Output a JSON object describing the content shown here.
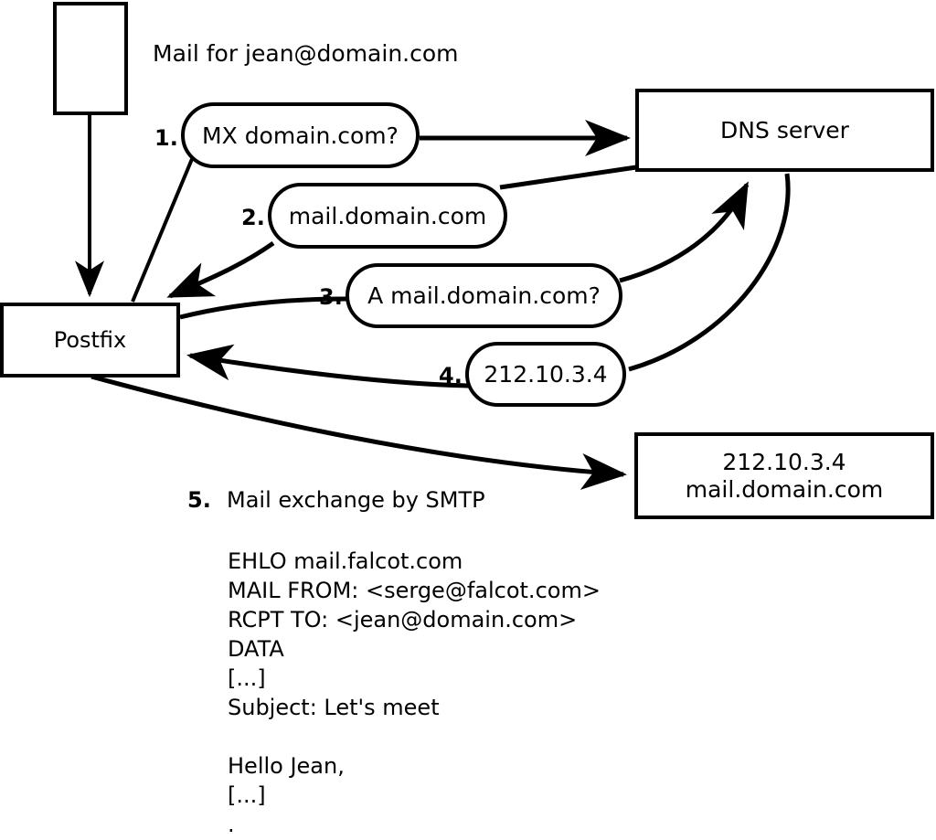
{
  "diagram": {
    "title_text": "Mail for jean@domain.com",
    "nodes": {
      "mail_source": {
        "label": ""
      },
      "postfix": {
        "label": "Postfix"
      },
      "dns_server": {
        "label": "DNS server"
      },
      "mail_server": {
        "line1": "212.10.3.4",
        "line2": "mail.domain.com"
      }
    },
    "steps": [
      {
        "num": "1.",
        "label": "MX domain.com?"
      },
      {
        "num": "2.",
        "label": "mail.domain.com"
      },
      {
        "num": "3.",
        "label": "A mail.domain.com?"
      },
      {
        "num": "4.",
        "label": "212.10.3.4"
      }
    ],
    "step5": {
      "num": "5.",
      "label": "Mail exchange by SMTP"
    },
    "smtp_transcript": "EHLO mail.falcot.com\nMAIL FROM: <serge@falcot.com>\nRCPT TO: <jean@domain.com>\nDATA\n[...]\nSubject: Let's meet\n\nHello Jean,\n[...]\n.",
    "colors": {
      "stroke": "#000000",
      "fill": "#ffffff",
      "text": "#000000"
    }
  }
}
